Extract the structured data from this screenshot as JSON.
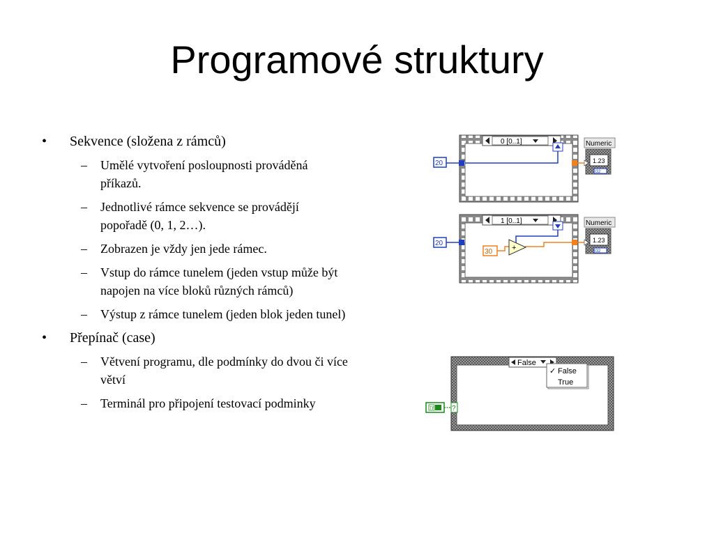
{
  "slide": {
    "title": "Programové struktury"
  },
  "bullets": [
    {
      "marker": "•",
      "text": "Sekvence (složena z rámců)",
      "sub": [
        {
          "marker": "–",
          "text": "Umělé vytvoření posloupnosti prováděná příkazů."
        },
        {
          "marker": "–",
          "text": "Jednotlivé rámce sekvence se provádějí popořadě (0, 1, 2…)."
        },
        {
          "marker": "–",
          "text": "Zobrazen je vždy jen jede rámec."
        },
        {
          "marker": "–",
          "text": "Vstup do rámce tunelem (jeden vstup může být napojen na více bloků různých rámců)"
        },
        {
          "marker": "–",
          "text": "Výstup z rámce tunelem (jeden blok jeden tunel)"
        }
      ]
    },
    {
      "marker": "•",
      "text": "Přepínač (case)",
      "sub": [
        {
          "marker": "–",
          "text": "Větvení programu, dle podmínky do dvou či více větví"
        },
        {
          "marker": "–",
          "text": "Terminál pro připojení testovací podminky"
        }
      ]
    }
  ],
  "diagram": {
    "seq1": {
      "selector": "0 [0..1]",
      "input": "20",
      "indicator_label": "Numeric",
      "indicator_value": "1.23",
      "indicator_type": "I32"
    },
    "seq2": {
      "selector": "1 [0..1]",
      "input": "20",
      "constant": "30",
      "add_symbol": "+",
      "indicator_label": "Numeric",
      "indicator_value": "1.23",
      "indicator_type": "I32"
    },
    "case": {
      "selector": "False",
      "menu_items": [
        "False",
        "True"
      ],
      "checked_mark": "✓",
      "terminal_icon": "?",
      "bool_terminal": "TF"
    },
    "colors": {
      "int_wire": "#1f3fbf",
      "dbl_wire": "#f08020",
      "bool_wire": "#1a8a1a",
      "frame_gray": "#bdbdbd"
    }
  }
}
